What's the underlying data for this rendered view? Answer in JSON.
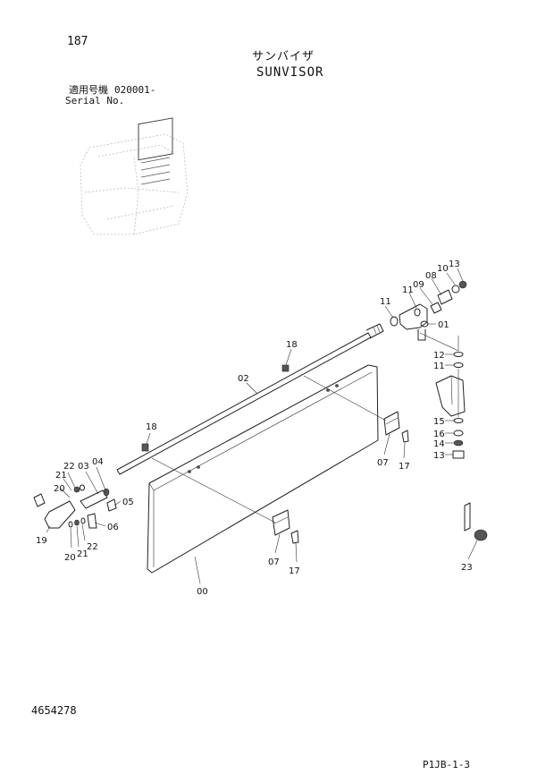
{
  "header": {
    "page_number": "187",
    "title_jp": "サンバイザ",
    "title_en": "SUNVISOR",
    "serial_label_jp": "適用号機",
    "serial_value": "020001-",
    "serial_label_en": "Serial No."
  },
  "footer": {
    "document_number": "4654278",
    "sheet_code": "P1JB-1-3"
  },
  "callouts": [
    {
      "id": "c13a",
      "label": "13"
    },
    {
      "id": "c10",
      "label": "10"
    },
    {
      "id": "c08",
      "label": "08"
    },
    {
      "id": "c09",
      "label": "09"
    },
    {
      "id": "c11a",
      "label": "11"
    },
    {
      "id": "c11b",
      "label": "11"
    },
    {
      "id": "c01",
      "label": "01"
    },
    {
      "id": "c12",
      "label": "12"
    },
    {
      "id": "c11c",
      "label": "11"
    },
    {
      "id": "c18a",
      "label": "18"
    },
    {
      "id": "c02",
      "label": "02"
    },
    {
      "id": "c15",
      "label": "15"
    },
    {
      "id": "c16",
      "label": "16"
    },
    {
      "id": "c14",
      "label": "14"
    },
    {
      "id": "c13b",
      "label": "13"
    },
    {
      "id": "c07a",
      "label": "07"
    },
    {
      "id": "c17a",
      "label": "17"
    },
    {
      "id": "c18b",
      "label": "18"
    },
    {
      "id": "c04",
      "label": "04"
    },
    {
      "id": "c22a",
      "label": "22"
    },
    {
      "id": "c03",
      "label": "03"
    },
    {
      "id": "c21a",
      "label": "21"
    },
    {
      "id": "c20a",
      "label": "20"
    },
    {
      "id": "c05",
      "label": "05"
    },
    {
      "id": "c06",
      "label": "06"
    },
    {
      "id": "c19",
      "label": "19"
    },
    {
      "id": "c22b",
      "label": "22"
    },
    {
      "id": "c20b",
      "label": "20"
    },
    {
      "id": "c21b",
      "label": "21"
    },
    {
      "id": "c07b",
      "label": "07"
    },
    {
      "id": "c17b",
      "label": "17"
    },
    {
      "id": "c00",
      "label": "00"
    },
    {
      "id": "c23",
      "label": "23"
    }
  ]
}
